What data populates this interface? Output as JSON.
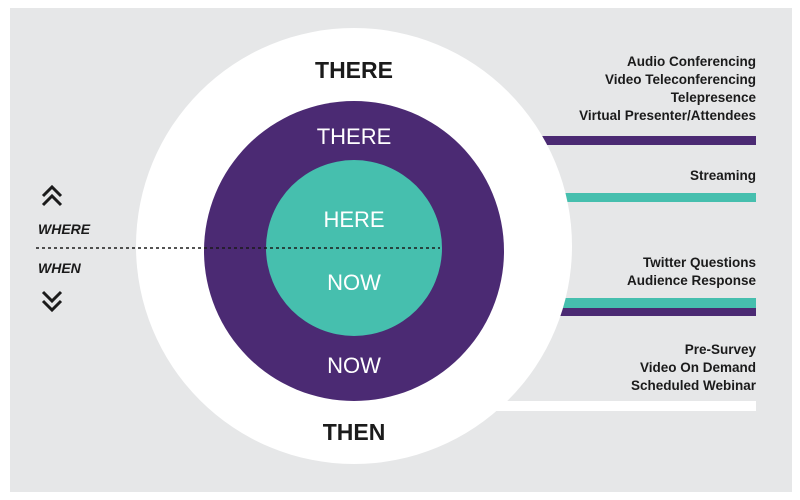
{
  "colors": {
    "background": "#e6e7e8",
    "outer_ring": "#ffffff",
    "middle_ring": "#4b2a73",
    "core": "#46bfae",
    "dark_text": "#1b1b1b",
    "light_text": "#ffffff"
  },
  "rings": {
    "outer_top": "THERE",
    "outer_bottom": "THEN",
    "middle_top": "THERE",
    "middle_bottom": "NOW",
    "core_top": "HERE",
    "core_bottom": "NOW"
  },
  "axis": {
    "up_label": "WHERE",
    "down_label": "WHEN",
    "up_icon": "double-chevron-up-icon",
    "down_icon": "double-chevron-down-icon"
  },
  "groups": [
    {
      "lines": [
        "Audio Conferencing",
        "Video Teleconferencing",
        "Telepresence",
        "Virtual Presenter/Attendees"
      ]
    },
    {
      "lines": [
        "Streaming"
      ]
    },
    {
      "lines": [
        "Twitter Questions",
        "Audience Response"
      ]
    },
    {
      "lines": [
        "Pre-Survey",
        "Video On Demand",
        "Scheduled Webinar"
      ]
    }
  ]
}
